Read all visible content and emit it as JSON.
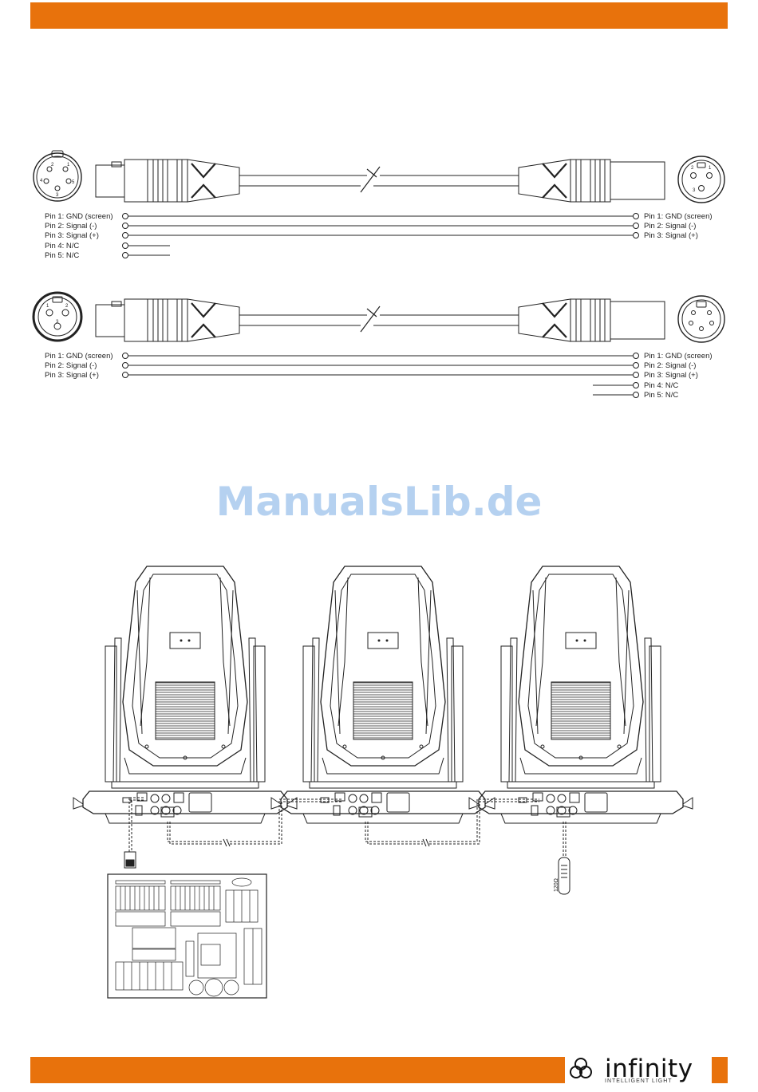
{
  "watermark": "ManualsLib.de",
  "cable_5to3": {
    "left_pins": [
      "Pin 1: GND (screen)",
      "Pin 2: Signal (-)",
      "Pin 3: Signal (+)",
      "Pin 4: N/C",
      "Pin 5: N/C"
    ],
    "right_pins": [
      "Pin 1: GND (screen)",
      "Pin 2: Signal (-)",
      "Pin 3: Signal (+)"
    ]
  },
  "cable_3to5": {
    "left_pins": [
      "Pin 1: GND (screen)",
      "Pin 2: Signal (-)",
      "Pin 3: Signal (+)"
    ],
    "right_pins": [
      "Pin 1: GND (screen)",
      "Pin 2: Signal (-)",
      "Pin 3: Signal (+)",
      "Pin 4: N/C",
      "Pin 5: N/C"
    ]
  },
  "connector_numbers": {
    "five_pin": [
      "1",
      "2",
      "3",
      "4",
      "5"
    ],
    "three_pin": [
      "1",
      "2",
      "3"
    ]
  },
  "terminator_label": "120Ω",
  "brand": {
    "name": "infinity",
    "tagline": "INTELLIGENT LIGHT",
    "accent_color": "#e8720c"
  }
}
